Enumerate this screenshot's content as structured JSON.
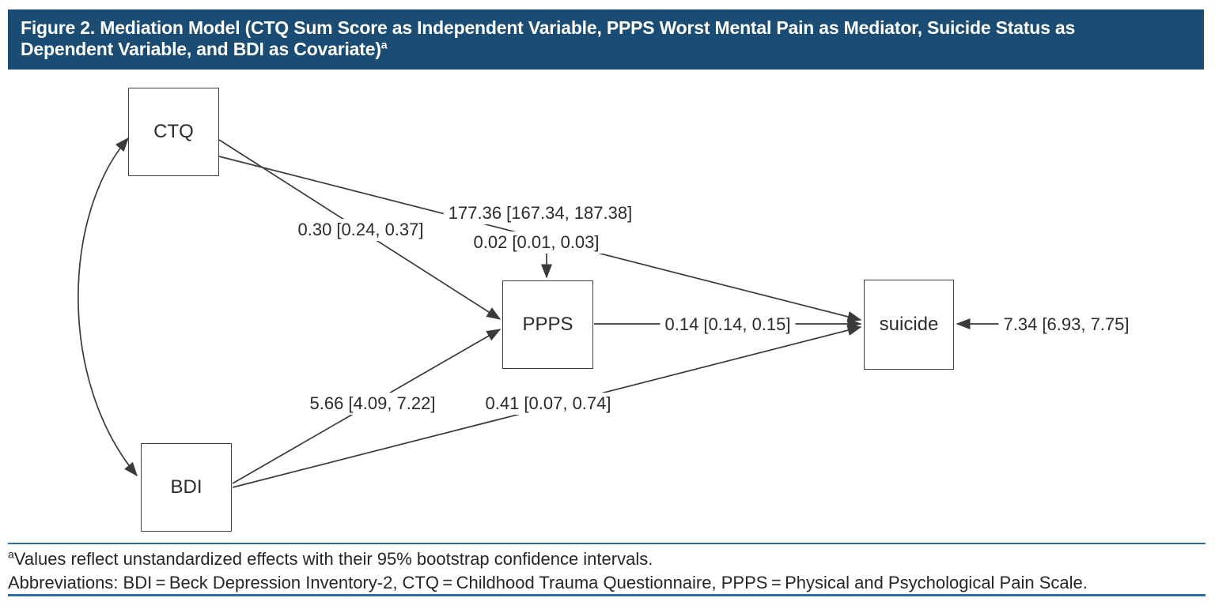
{
  "header": {
    "title_line1": "Figure 2. Mediation Model (CTQ Sum Score as Independent Variable, PPPS Worst Mental Pain as Mediator, Suicide Status as",
    "title_line2": "Dependent Variable, and BDI as Covariate)",
    "title_marker": "a"
  },
  "diagram": {
    "nodes": {
      "ctq": "CTQ",
      "bdi": "BDI",
      "ppps": "PPPS",
      "suicide": "suicide"
    },
    "path_labels": {
      "ctq_to_ppps": "0.30 [0.24, 0.37]",
      "ctq_to_suicide_direct": "177.36 [167.34, 187.38]",
      "indirect_effect": "0.02 [0.01, 0.03]",
      "ppps_to_suicide": "0.14 [0.14, 0.15]",
      "bdi_to_ppps": "5.66 [4.09, 7.22]",
      "bdi_to_suicide": "0.41 [0.07, 0.74]",
      "suicide_residual": "7.34 [6.93, 7.75]"
    }
  },
  "footnotes": {
    "note_marker": "a",
    "note_text": "Values reflect unstandardized effects with their 95% bootstrap confidence intervals.",
    "abbreviations": "Abbreviations: BDI = Beck Depression Inventory-2, CTQ = Childhood Trauma Questionnaire, PPPS = Physical and Psychological Pain Scale."
  },
  "colors": {
    "header_bg": "#1A4C74",
    "header_text": "#FFFFFF",
    "rule_blue": "#2E6DA0",
    "line_color": "#3A3A3A",
    "text_color": "#262626"
  }
}
